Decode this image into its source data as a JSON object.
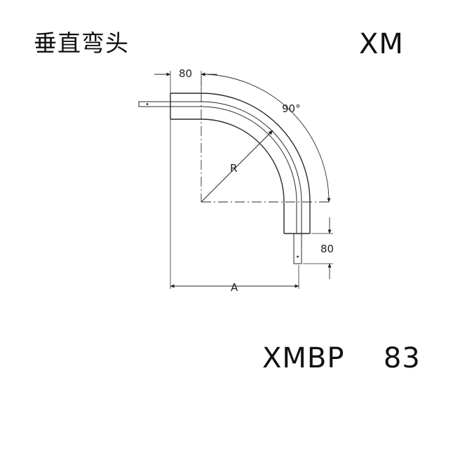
{
  "header": {
    "title": "垂直弯头",
    "series": "XM"
  },
  "drawing": {
    "dim_top": "80",
    "dim_right": "80",
    "angle": "90°",
    "radius_label": "R",
    "width_label": "A"
  },
  "footer": {
    "model": "XMBP  83"
  }
}
